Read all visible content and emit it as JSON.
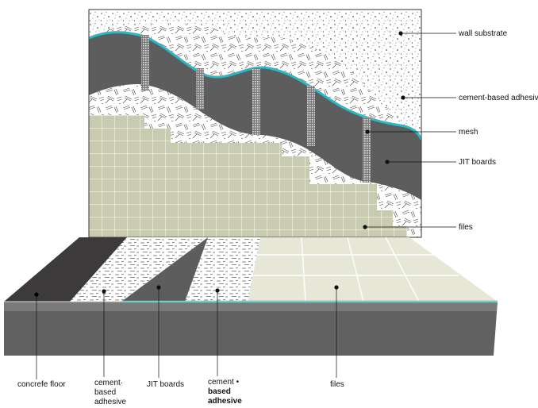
{
  "wall_labels": {
    "wall_substrate": "wall  substrate",
    "cement_adhesive": "cement-based adhesive",
    "mesh": "mesh",
    "jit_boards": "JIT  boards",
    "tiles": "files"
  },
  "floor_labels": {
    "concrete_floor": "concrefe  floor",
    "cement_adhesive_line1": "cement·",
    "cement_adhesive_line2": "based",
    "cement_adhesive_line3": "adhesive",
    "jit_boards": "JIT boards",
    "cement_adhesive2_line1": "cement •",
    "cement_adhesive2_line2": "based",
    "cement_adhesive2_line3": "adhesive",
    "tiles": "files"
  },
  "colors": {
    "board": "#5d5d5d",
    "mesh_accent": "#2fb7c4",
    "tile": "#c9cbb0",
    "tile_grout": "#f4f4ea",
    "floor_tile": "#e6e7d6",
    "concrete_top": "#3c3a3a",
    "concrete_side": "#616161"
  }
}
